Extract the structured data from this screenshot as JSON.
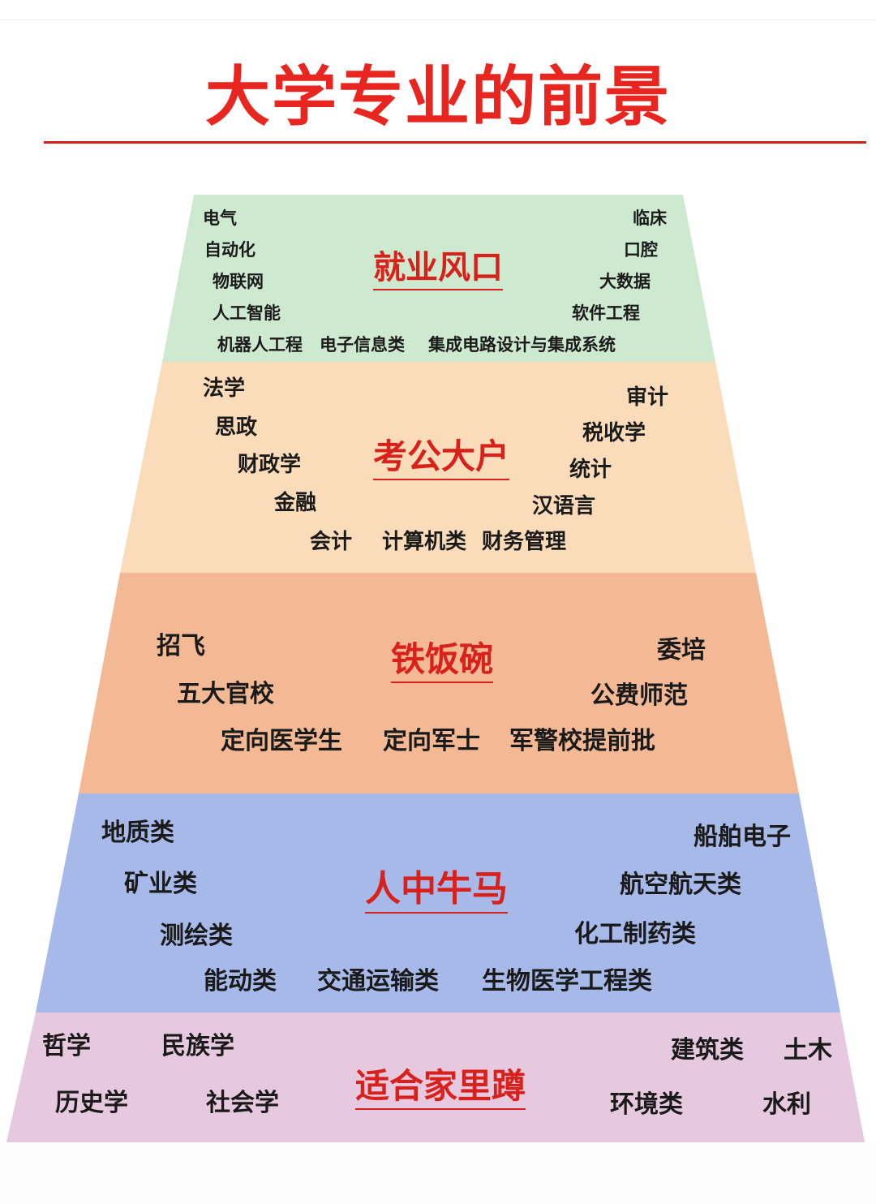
{
  "title": "大学专业的前景",
  "tiers": [
    {
      "heading": "就业风口",
      "color": "#cde9cf",
      "left_items": [
        "电气",
        "自动化",
        "物联网",
        "人工智能"
      ],
      "right_items": [
        "临床",
        "口腔",
        "大数据",
        "软件工程"
      ],
      "bottom_items": [
        "机器人工程",
        "电子信息类",
        "集成电路设计与集成系统"
      ]
    },
    {
      "heading": "考公大户",
      "color": "#fadcba",
      "left_items": [
        "法学",
        "思政",
        "财政学",
        "金融"
      ],
      "right_items": [
        "审计",
        "税收学",
        "统计",
        "汉语言"
      ],
      "bottom_items": [
        "会计",
        "计算机类",
        "财务管理"
      ]
    },
    {
      "heading": "铁饭碗",
      "color": "#f2b994",
      "left_items": [
        "招飞",
        "五大官校"
      ],
      "right_items": [
        "委培",
        "公费师范"
      ],
      "bottom_items": [
        "定向医学生",
        "定向军士",
        "军警校提前批"
      ]
    },
    {
      "heading": "人中牛马",
      "color": "#a7b9e9",
      "left_items": [
        "地质类",
        "矿业类",
        "测绘类"
      ],
      "right_items": [
        "船舶电子",
        "航空航天类",
        "化工制药类"
      ],
      "bottom_items": [
        "能动类",
        "交通运输类",
        "生物医学工程类"
      ]
    },
    {
      "heading": "适合家里蹲",
      "color": "#e6c8df",
      "left_items": [
        "哲学",
        "民族学",
        "历史学",
        "社会学"
      ],
      "right_items": [
        "建筑类",
        "土木",
        "环境类",
        "水利"
      ],
      "bottom_items": []
    }
  ]
}
